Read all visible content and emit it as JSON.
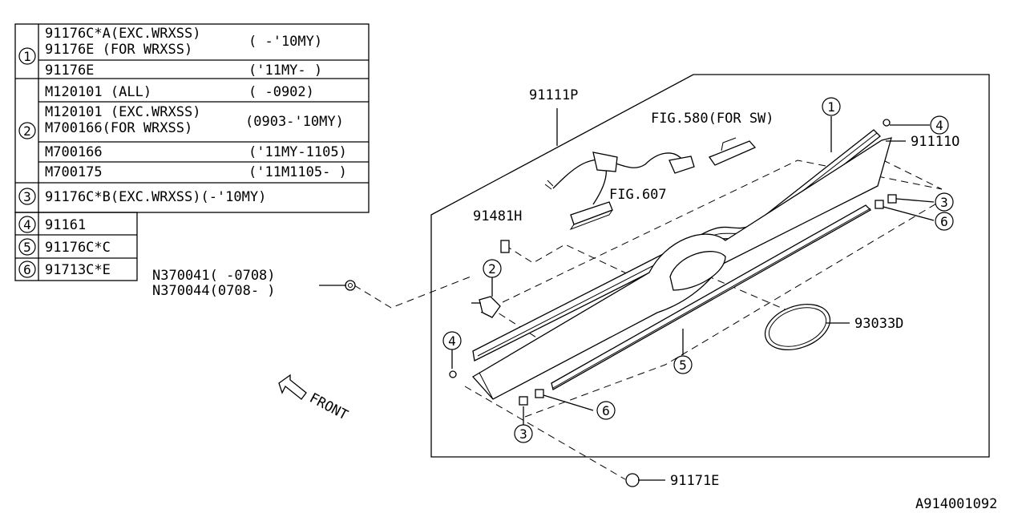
{
  "table": {
    "rows": [
      {
        "ref": "1",
        "items": [
          {
            "text": "91176C*A(EXC.WRXSS)\n91176E  (FOR WRXSS)",
            "date": "(      -'10MY)"
          },
          {
            "text": "91176E",
            "date": "('11MY-     )"
          }
        ]
      },
      {
        "ref": "2",
        "items": [
          {
            "text": "M120101 (ALL)",
            "date": "(      -0902)"
          },
          {
            "text": "M120101 (EXC.WRXSS)\nM700166(FOR WRXSS)",
            "date": "(0903-'10MY)"
          },
          {
            "text": "M700166",
            "date": "('11MY-1105)"
          },
          {
            "text": "M700175",
            "date": "('11M1105-  )"
          }
        ]
      },
      {
        "ref": "3",
        "items": [
          {
            "text": "91176C*B(EXC.WRXSS)(-'10MY)",
            "date": ""
          }
        ]
      },
      {
        "ref": "4",
        "items": [
          {
            "text": "91161",
            "date": ""
          }
        ]
      },
      {
        "ref": "5",
        "items": [
          {
            "text": "91176C*C",
            "date": ""
          }
        ]
      },
      {
        "ref": "6",
        "items": [
          {
            "text": "91713C*E",
            "date": ""
          }
        ]
      }
    ]
  },
  "labels": {
    "wire_harness": "91111P",
    "fig580": "FIG.580(FOR SW)",
    "fig607": "FIG.607",
    "clip": "91481H",
    "grille": "91111O",
    "emblem": "93033D",
    "screw_a": "N370041(  -0708)",
    "screw_b": "N370044(0708-  )",
    "bolt": "91171E",
    "front": "FRONT",
    "diagram_code": "A914001092"
  },
  "callouts": {
    "c1": "1",
    "c2": "2",
    "c3a": "3",
    "c3b": "3",
    "c4a": "4",
    "c4b": "4",
    "c5": "5",
    "c6a": "6",
    "c6b": "6"
  }
}
